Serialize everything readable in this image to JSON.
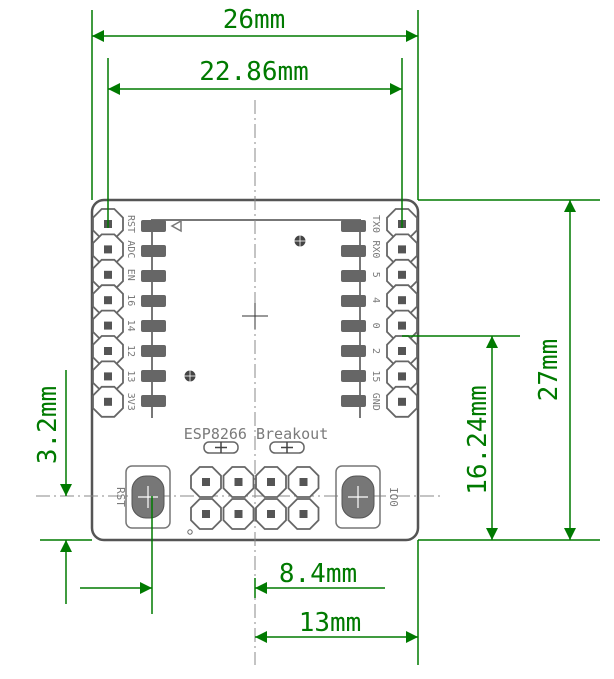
{
  "board": {
    "title": "ESP8266 Breakout",
    "left_pin_labels": [
      "RST",
      "ADC",
      "EN",
      "16",
      "14",
      "12",
      "13",
      "3V3"
    ],
    "right_pin_labels": [
      "TX0",
      "RX0",
      "5",
      "4",
      "0",
      "2",
      "15",
      "GND"
    ],
    "button_left_label": "RST",
    "button_right_label": "IO0"
  },
  "dimensions": {
    "overall_width": "26mm",
    "pin_row_spacing": "22.86mm",
    "overall_height": "27mm",
    "pin_to_bottom": "16.24mm",
    "button_offset_y": "3.2mm",
    "button_offset_x": "8.4mm",
    "center_offset_x": "13mm"
  },
  "colors": {
    "dimension": "#007a00",
    "outline": "#555555",
    "silk": "#7a7a7a",
    "copper": "#606060"
  }
}
